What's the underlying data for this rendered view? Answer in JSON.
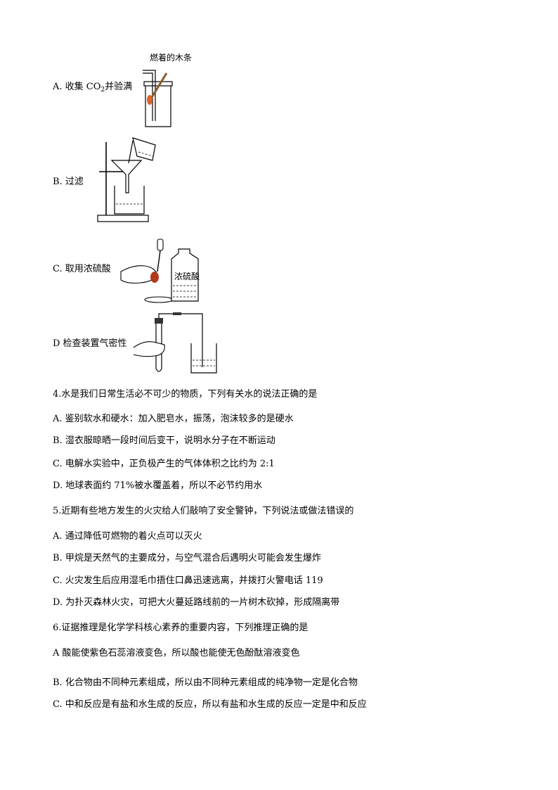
{
  "q3": {
    "A": {
      "prefix": "A.  收集 CO",
      "sub": "2",
      "suffix": "并验满",
      "caption": "燃着的木条"
    },
    "B": {
      "text": "B.  过滤"
    },
    "C": {
      "text": "C.  取用浓硫酸",
      "bottle_label": "浓硫酸"
    },
    "D": {
      "text": "D   检查装置气密性"
    }
  },
  "q4": {
    "stem": "4.水是我们日常生活必不可少的物质，下列有关水的说法正确的是",
    "options": [
      "A.  鉴别软水和硬水：加入肥皂水，振荡，泡沫较多的是硬水",
      "B.  湿衣服晾晒一段时间后变干，说明水分子在不断运动",
      "C.  电解水实验中，正负极产生的气体体积之比约为 2:1",
      "D.  地球表面约 71%被水覆盖着，所以不必节约用水"
    ]
  },
  "q5": {
    "stem": "5.近期有些地方发生的火灾给人们敲响了安全警钟，下列说法或做法错误的",
    "options": [
      "A.  通过降低可燃物的着火点可以灭火",
      "B.  甲烷是天然气的主要成分，与空气混合后遇明火可能会发生爆炸",
      "C.  火灾发生后应用湿毛巾捂住口鼻迅速逃离，并拨打火警电话 119",
      "D.  为扑灭森林火灾，可把大火蔓延路线前的一片树木砍掉，形成隔离带"
    ]
  },
  "q6": {
    "stem": "6.证据推理是化学学科核心素养的重要内容，下列推理正确的是",
    "options": [
      "A  酸能使紫色石蕊溶液变色，所以酸也能使无色酚酞溶液变色",
      "B.  化合物由不同种元素组成，所以由不同种元素组成的纯净物一定是化合物",
      "C.  中和反应是有盐和水生成的反应，所以有盐和水生成的反应一定是中和反应"
    ]
  }
}
